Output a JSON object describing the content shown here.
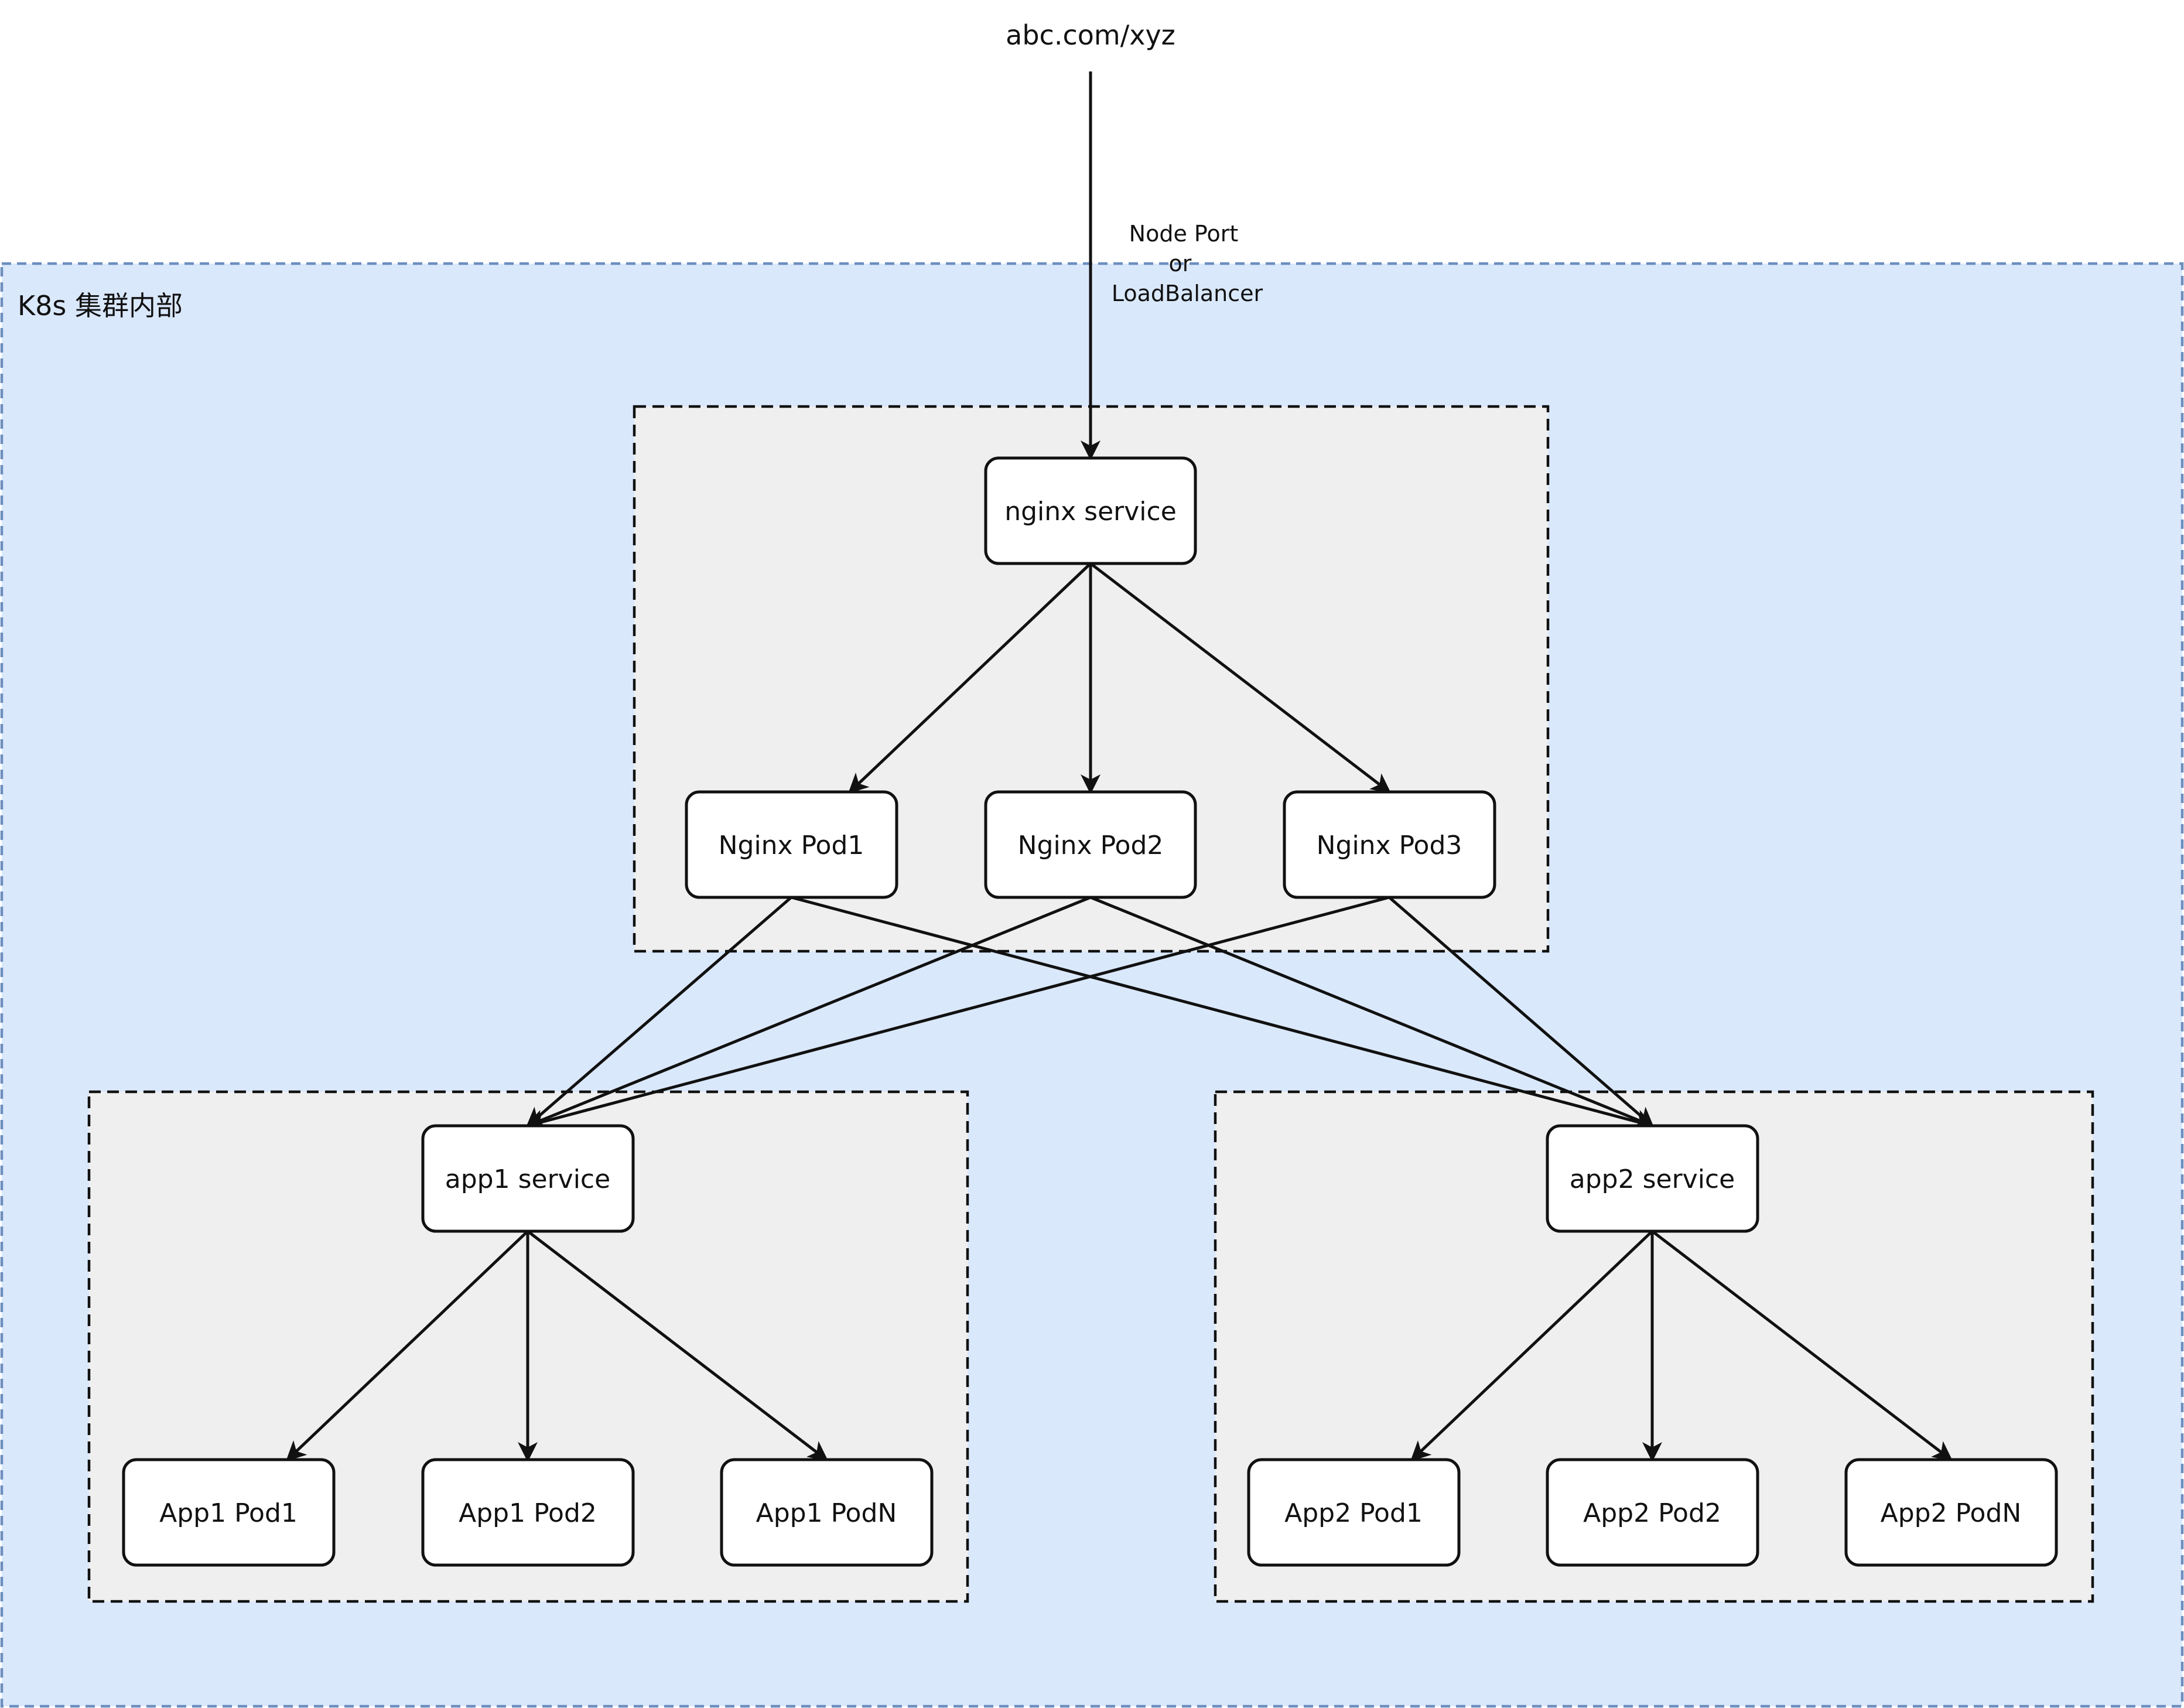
{
  "url_label": "abc.com/xyz",
  "entry_label": [
    "Node Port",
    "or",
    "LoadBalancer"
  ],
  "cluster_label": "K8s 集群内部",
  "nodes": {
    "nginx_service": "nginx service",
    "nginx_pod1": "Nginx Pod1",
    "nginx_pod2": "Nginx Pod2",
    "nginx_pod3": "Nginx Pod3",
    "app1_service": "app1 service",
    "app2_service": "app2 service",
    "app1_pod1": "App1 Pod1",
    "app1_pod2": "App1 Pod2",
    "app1_podn": "App1 PodN",
    "app2_pod1": "App2 Pod1",
    "app2_pod2": "App2 Pod2",
    "app2_podn": "App2 PodN"
  },
  "edges": [
    [
      "url",
      "nginx_service"
    ],
    [
      "nginx_service",
      "nginx_pod1"
    ],
    [
      "nginx_service",
      "nginx_pod2"
    ],
    [
      "nginx_service",
      "nginx_pod3"
    ],
    [
      "nginx_pod1",
      "app1_service"
    ],
    [
      "nginx_pod1",
      "app2_service"
    ],
    [
      "nginx_pod2",
      "app1_service"
    ],
    [
      "nginx_pod2",
      "app2_service"
    ],
    [
      "nginx_pod3",
      "app1_service"
    ],
    [
      "nginx_pod3",
      "app2_service"
    ],
    [
      "app1_service",
      "app1_pod1"
    ],
    [
      "app1_service",
      "app1_pod2"
    ],
    [
      "app1_service",
      "app1_podn"
    ],
    [
      "app2_service",
      "app2_pod1"
    ],
    [
      "app2_service",
      "app2_pod2"
    ],
    [
      "app2_service",
      "app2_podn"
    ]
  ],
  "colors": {
    "cluster_fill": "#dae8fc",
    "cluster_border": "#6c8ebf",
    "group_fill": "#efefef",
    "node_fill": "#ffffff",
    "line": "#111111"
  }
}
